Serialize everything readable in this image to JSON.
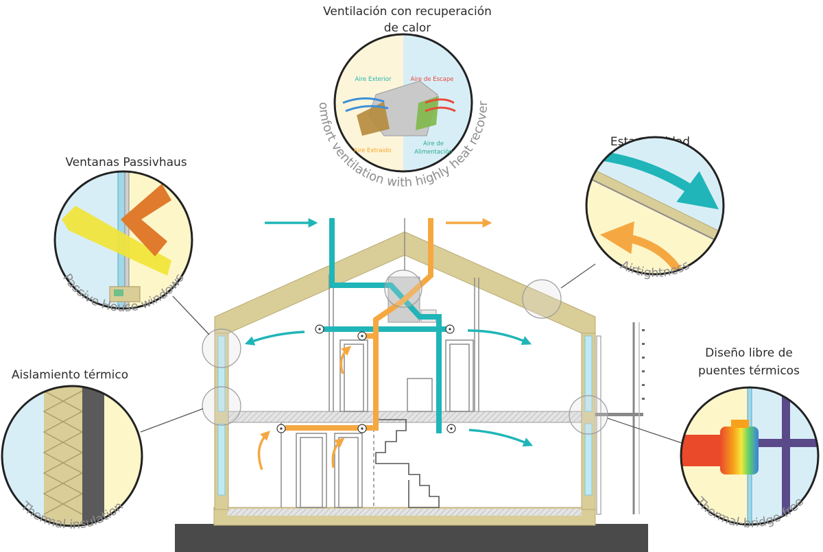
{
  "labels": {
    "ventilation_title_1": "Ventilación con recuperación",
    "ventilation_title_2": "de calor",
    "ventilation_en": "Comfort ventilation with highly heat recovery",
    "aire_exterior": "Aire Exterior",
    "aire_escape": "Aire de Escape",
    "aire_extraido": "Aire Extraido",
    "aire_alimentacion_1": "Aire de",
    "aire_alimentacion_2": "Alimentación",
    "windows_es": "Ventanas Passivhaus",
    "windows_en": "Passive House windows",
    "airtight_es": "Estanqueidad",
    "airtight_en": "Airtightness",
    "insulation_es": "Aislamiento térmico",
    "insulation_en": "Thermal insulation",
    "bridge_es_1": "Diseño libre de",
    "bridge_es_2": "puentes térmicos",
    "bridge_en": "Thermal-bridge-free"
  },
  "colors": {
    "wall": "#d9cd98",
    "wall_stroke": "#b8a971",
    "supply_duct": "#20b5b8",
    "extract_duct": "#f5a841",
    "window_glass": "#bfe9f3",
    "ground": "#4a4a4a",
    "outdoor": "#d8eef7",
    "heat_red": "#ea4a2a"
  }
}
